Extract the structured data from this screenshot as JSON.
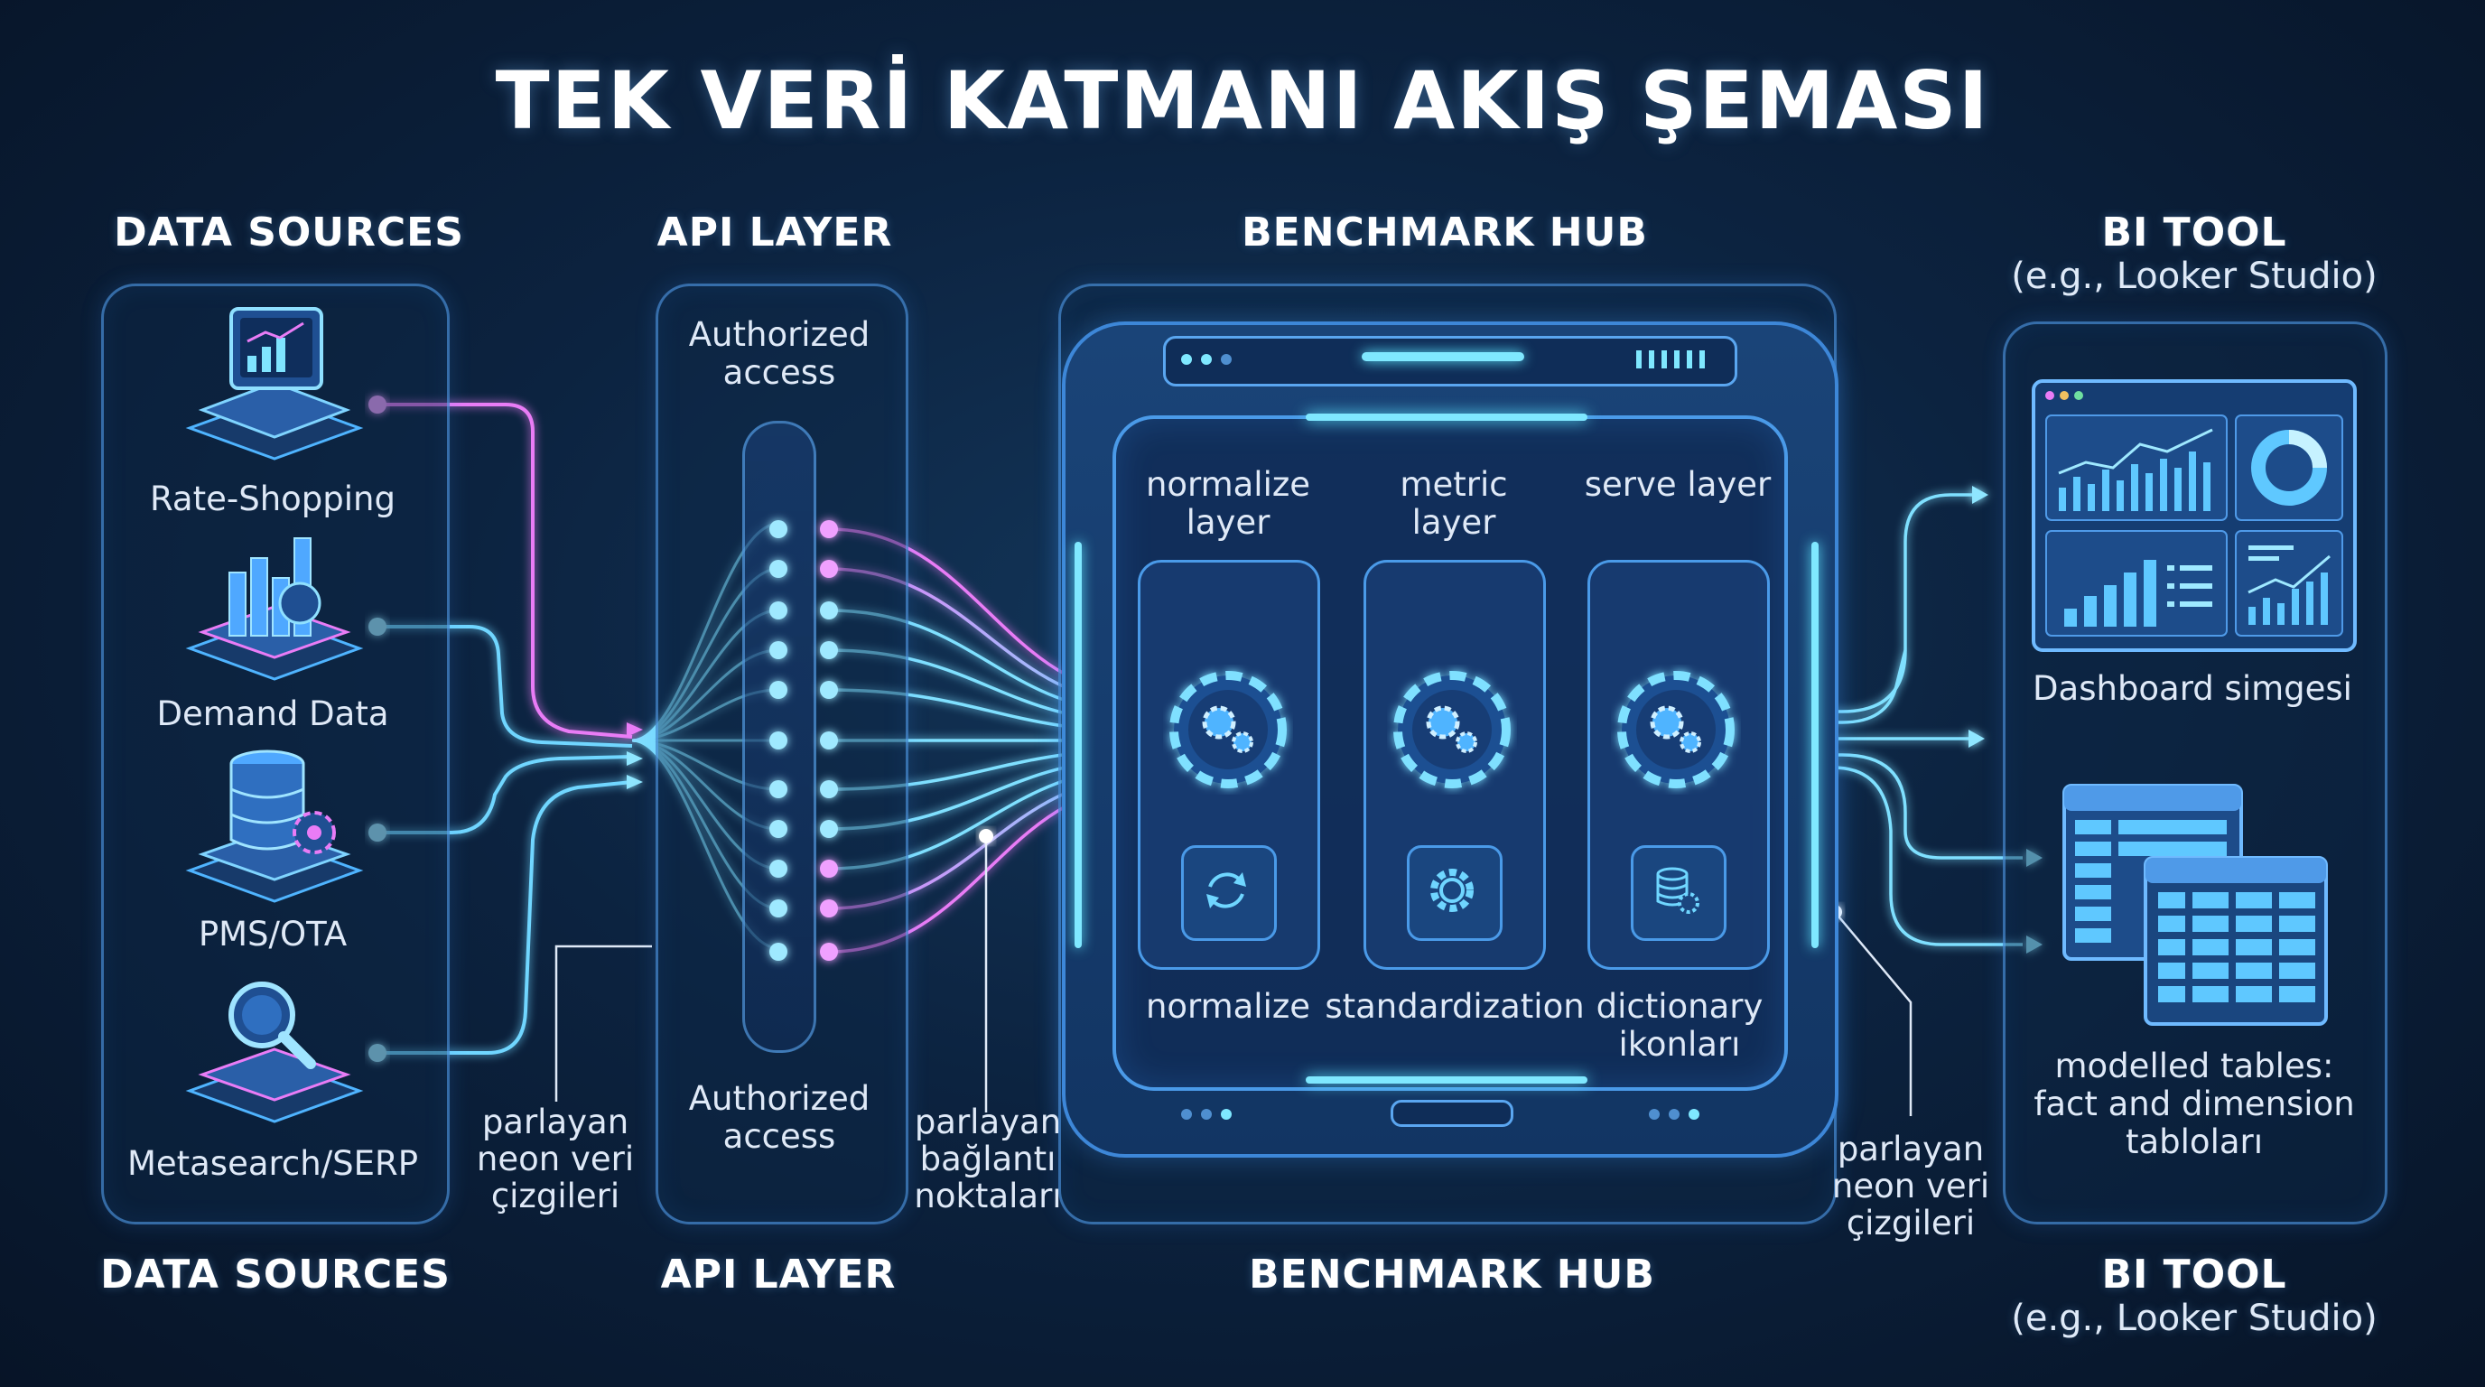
{
  "title": "TEK VERİ KATMANI AKIŞ ŞEMASI",
  "columns": {
    "sources": {
      "header": "DATA SOURCES",
      "footer": "DATA SOURCES"
    },
    "api": {
      "header": "API LAYER",
      "footer": "API LAYER"
    },
    "hub": {
      "header": "BENCHMARK HUB",
      "footer": "BENCHMARK HUB"
    },
    "bi": {
      "header": "BI TOOL",
      "header_sub": "(e.g., Looker Studio)",
      "footer": "BI TOOL",
      "footer_sub": "(e.g., Looker Studio)"
    }
  },
  "sources": [
    {
      "label": "Rate-Shopping",
      "icon": "laptop-chart-icon"
    },
    {
      "label": "Demand Data",
      "icon": "bar-chart-icon"
    },
    {
      "label": "PMS/OTA",
      "icon": "database-gear-icon"
    },
    {
      "label": "Metasearch/SERP",
      "icon": "magnifier-icon"
    }
  ],
  "api": {
    "top_label": "Authorized access",
    "bottom_label": "Authorized access"
  },
  "hub": {
    "stages": [
      {
        "title": "normalize layer",
        "caption": "normalize",
        "icon": "refresh-icon"
      },
      {
        "title": "metric layer",
        "caption": "standardization",
        "icon": "gear-icon"
      },
      {
        "title": "serve layer",
        "caption": "dictionary ikonları",
        "icon": "database-gear-icon"
      }
    ]
  },
  "bi": {
    "dashboard_label": "Dashboard simgesi",
    "tables_label": "modelled tables: fact and dimension tabloları"
  },
  "annotations": {
    "left_lines": "parlayan neon veri çizgileri",
    "points": "parlayan bağlantı noktaları",
    "right_lines": "parlayan neon veri çizgileri"
  },
  "colors": {
    "cyan": "#5fe6ff",
    "pink": "#e97cf6",
    "panel_border": "#5aaaff",
    "background": "#0c2340"
  }
}
